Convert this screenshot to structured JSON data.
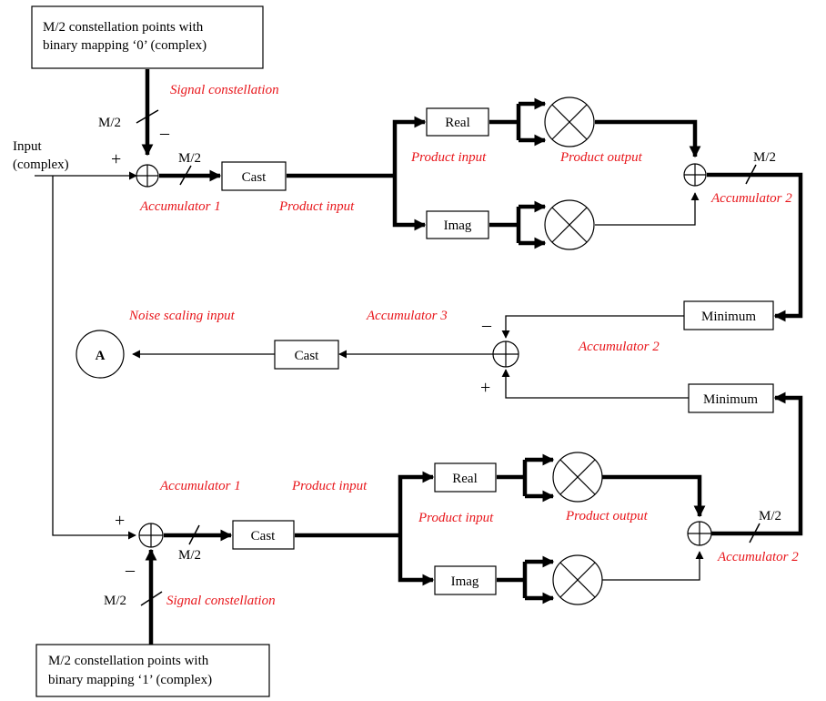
{
  "blocks": {
    "top_const_line1": "M/2 constellation points with",
    "top_const_line2": "binary mapping ‘0’ (complex)",
    "bottom_const_line1": "M/2 constellation points with",
    "bottom_const_line2": "binary mapping ‘1’ (complex)",
    "cast": "Cast",
    "real": "Real",
    "imag": "Imag",
    "minimum": "Minimum",
    "output_node": "A"
  },
  "text": {
    "input_line1": "Input",
    "input_line2": "(complex)",
    "bus_width": "M/2",
    "plus": "+",
    "minus": "–"
  },
  "labels": {
    "signal_constellation": "Signal constellation",
    "accumulator_1": "Accumulator 1",
    "accumulator_2": "Accumulator 2",
    "accumulator_3": "Accumulator 3",
    "product_input": "Product input",
    "product_output": "Product output",
    "noise_scaling_input": "Noise scaling input"
  }
}
